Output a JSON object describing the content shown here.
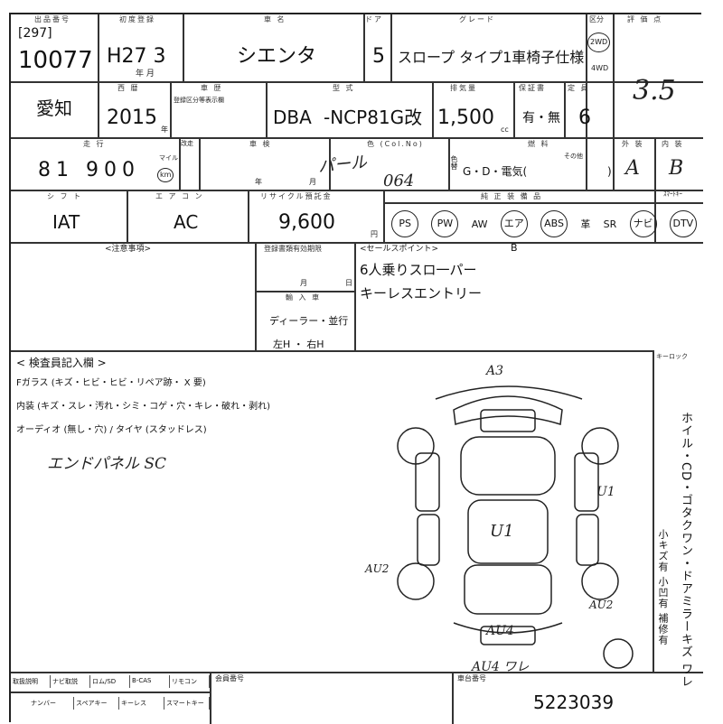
{
  "header": {
    "reg_number_label": "出品番号",
    "reg_prefix": "[297]",
    "lot_number": "10077",
    "first_reg_label": "初度登録",
    "first_reg": "H27 3",
    "year_month_label": "年 月",
    "car_name_label": "車 名",
    "car_name": "シエンタ",
    "doors_label": "ドア",
    "doors": "5",
    "grade_label": "グレード",
    "grade": "スロープ タイプ1車椅子仕様",
    "drive_label": "区分",
    "drive_2wd": "2WD",
    "drive_4wd": "4WD",
    "rating_label": "評 価 点",
    "rating": "3.5"
  },
  "row2": {
    "region": "愛知",
    "year_label": "西 暦",
    "year": "2015",
    "year_unit": "年",
    "inspection_label": "車 歴",
    "inspection_note": "登録区分等表示欄",
    "model_label": "型 式",
    "model_prefix": "DBA",
    "model": "-NCP81G改",
    "displacement_label": "排気量",
    "displacement": "1,500",
    "displacement_unit": "cc",
    "warranty_label": "保証書",
    "warranty": "有・無",
    "capacity_label": "定 員",
    "capacity": "6"
  },
  "row3": {
    "mileage_label": "走 行",
    "mileage": "81 900",
    "mileage_unit_mile": "マイル",
    "mileage_unit_km": "km",
    "odometer_label": "改走",
    "shaken_label": "車 検",
    "shaken_year": "年",
    "shaken_month": "月",
    "color_label": "色 (Col.No)",
    "color_name": "パール",
    "color_no": "064",
    "color_change_label": "色替",
    "fuel_label": "燃 料",
    "fuel_options": "G・D・電気(",
    "fuel_close": ")",
    "fuel_other": "その他",
    "exterior_label": "外 装",
    "exterior": "A",
    "interior_label": "内 装",
    "interior": "B"
  },
  "row4": {
    "shift_label": "シ フ ト",
    "shift": "IAT",
    "aircon_label": "エ ア コ ン",
    "aircon": "AC",
    "recycle_label": "リサイクル預託金",
    "recycle": "9,600",
    "recycle_unit": "円",
    "equipment_label": "純 正 装 備 品",
    "equipment": [
      "PS",
      "PW",
      "AW",
      "エアB",
      "ABS",
      "革",
      "SR",
      "ナビ",
      "DTV"
    ],
    "circled_equipment": [
      "PS",
      "PW",
      "エアB",
      "ABS",
      "ナビ",
      "DTV"
    ],
    "smartkey_label": "ｽﾏｰﾄｷｰ"
  },
  "notes": {
    "caution_label": "<注意事項>",
    "reg_expiry_label": "登録書類有効期限",
    "reg_expiry_month": "月",
    "reg_expiry_day": "日",
    "import_label": "輸 入 車",
    "import_dealer": "ディーラー・並行",
    "steering": "左H ・ 右H",
    "sales_points_label": "<セールスポイント>",
    "sales_point_1": "6人乗りスロ一パー",
    "sales_point_2": "キーレスエントリー"
  },
  "inspector": {
    "title": "< 検査員記入欄 >",
    "line_glass": "Fガラス (キズ・ヒビ・ヒビ・リペア跡・ X 要)",
    "line_interior": "内装 (キズ・スレ・汚れ・シミ・コゲ・穴・キレ・破れ・剥れ)",
    "line_audio": "オーディオ (無し・穴) / タイヤ (スタッドレス)",
    "note": "エンドパネル SC"
  },
  "diagram": {
    "marks": [
      "A3",
      "U1",
      "U1",
      "AU2",
      "AU2",
      "AU4",
      "AU4 ワレ"
    ],
    "keylock_label": "キーロック",
    "side_note": "ホイル・CD・ゴタクワン・ドアミラーキズ ワレ",
    "side_note_2": "小キズ有 小凹有 補修有"
  },
  "footer": {
    "col_labels_1": [
      "取扱説明",
      "ナビ取説",
      "ロム/SD",
      "B-CAS",
      "リモコン"
    ],
    "col_labels_2": [
      "ナンバー",
      "スペアキー",
      "キーレス",
      "スマートキー"
    ],
    "customer_no_label": "会員番号",
    "chassis_label": "車台番号",
    "chassis": "5223039"
  }
}
